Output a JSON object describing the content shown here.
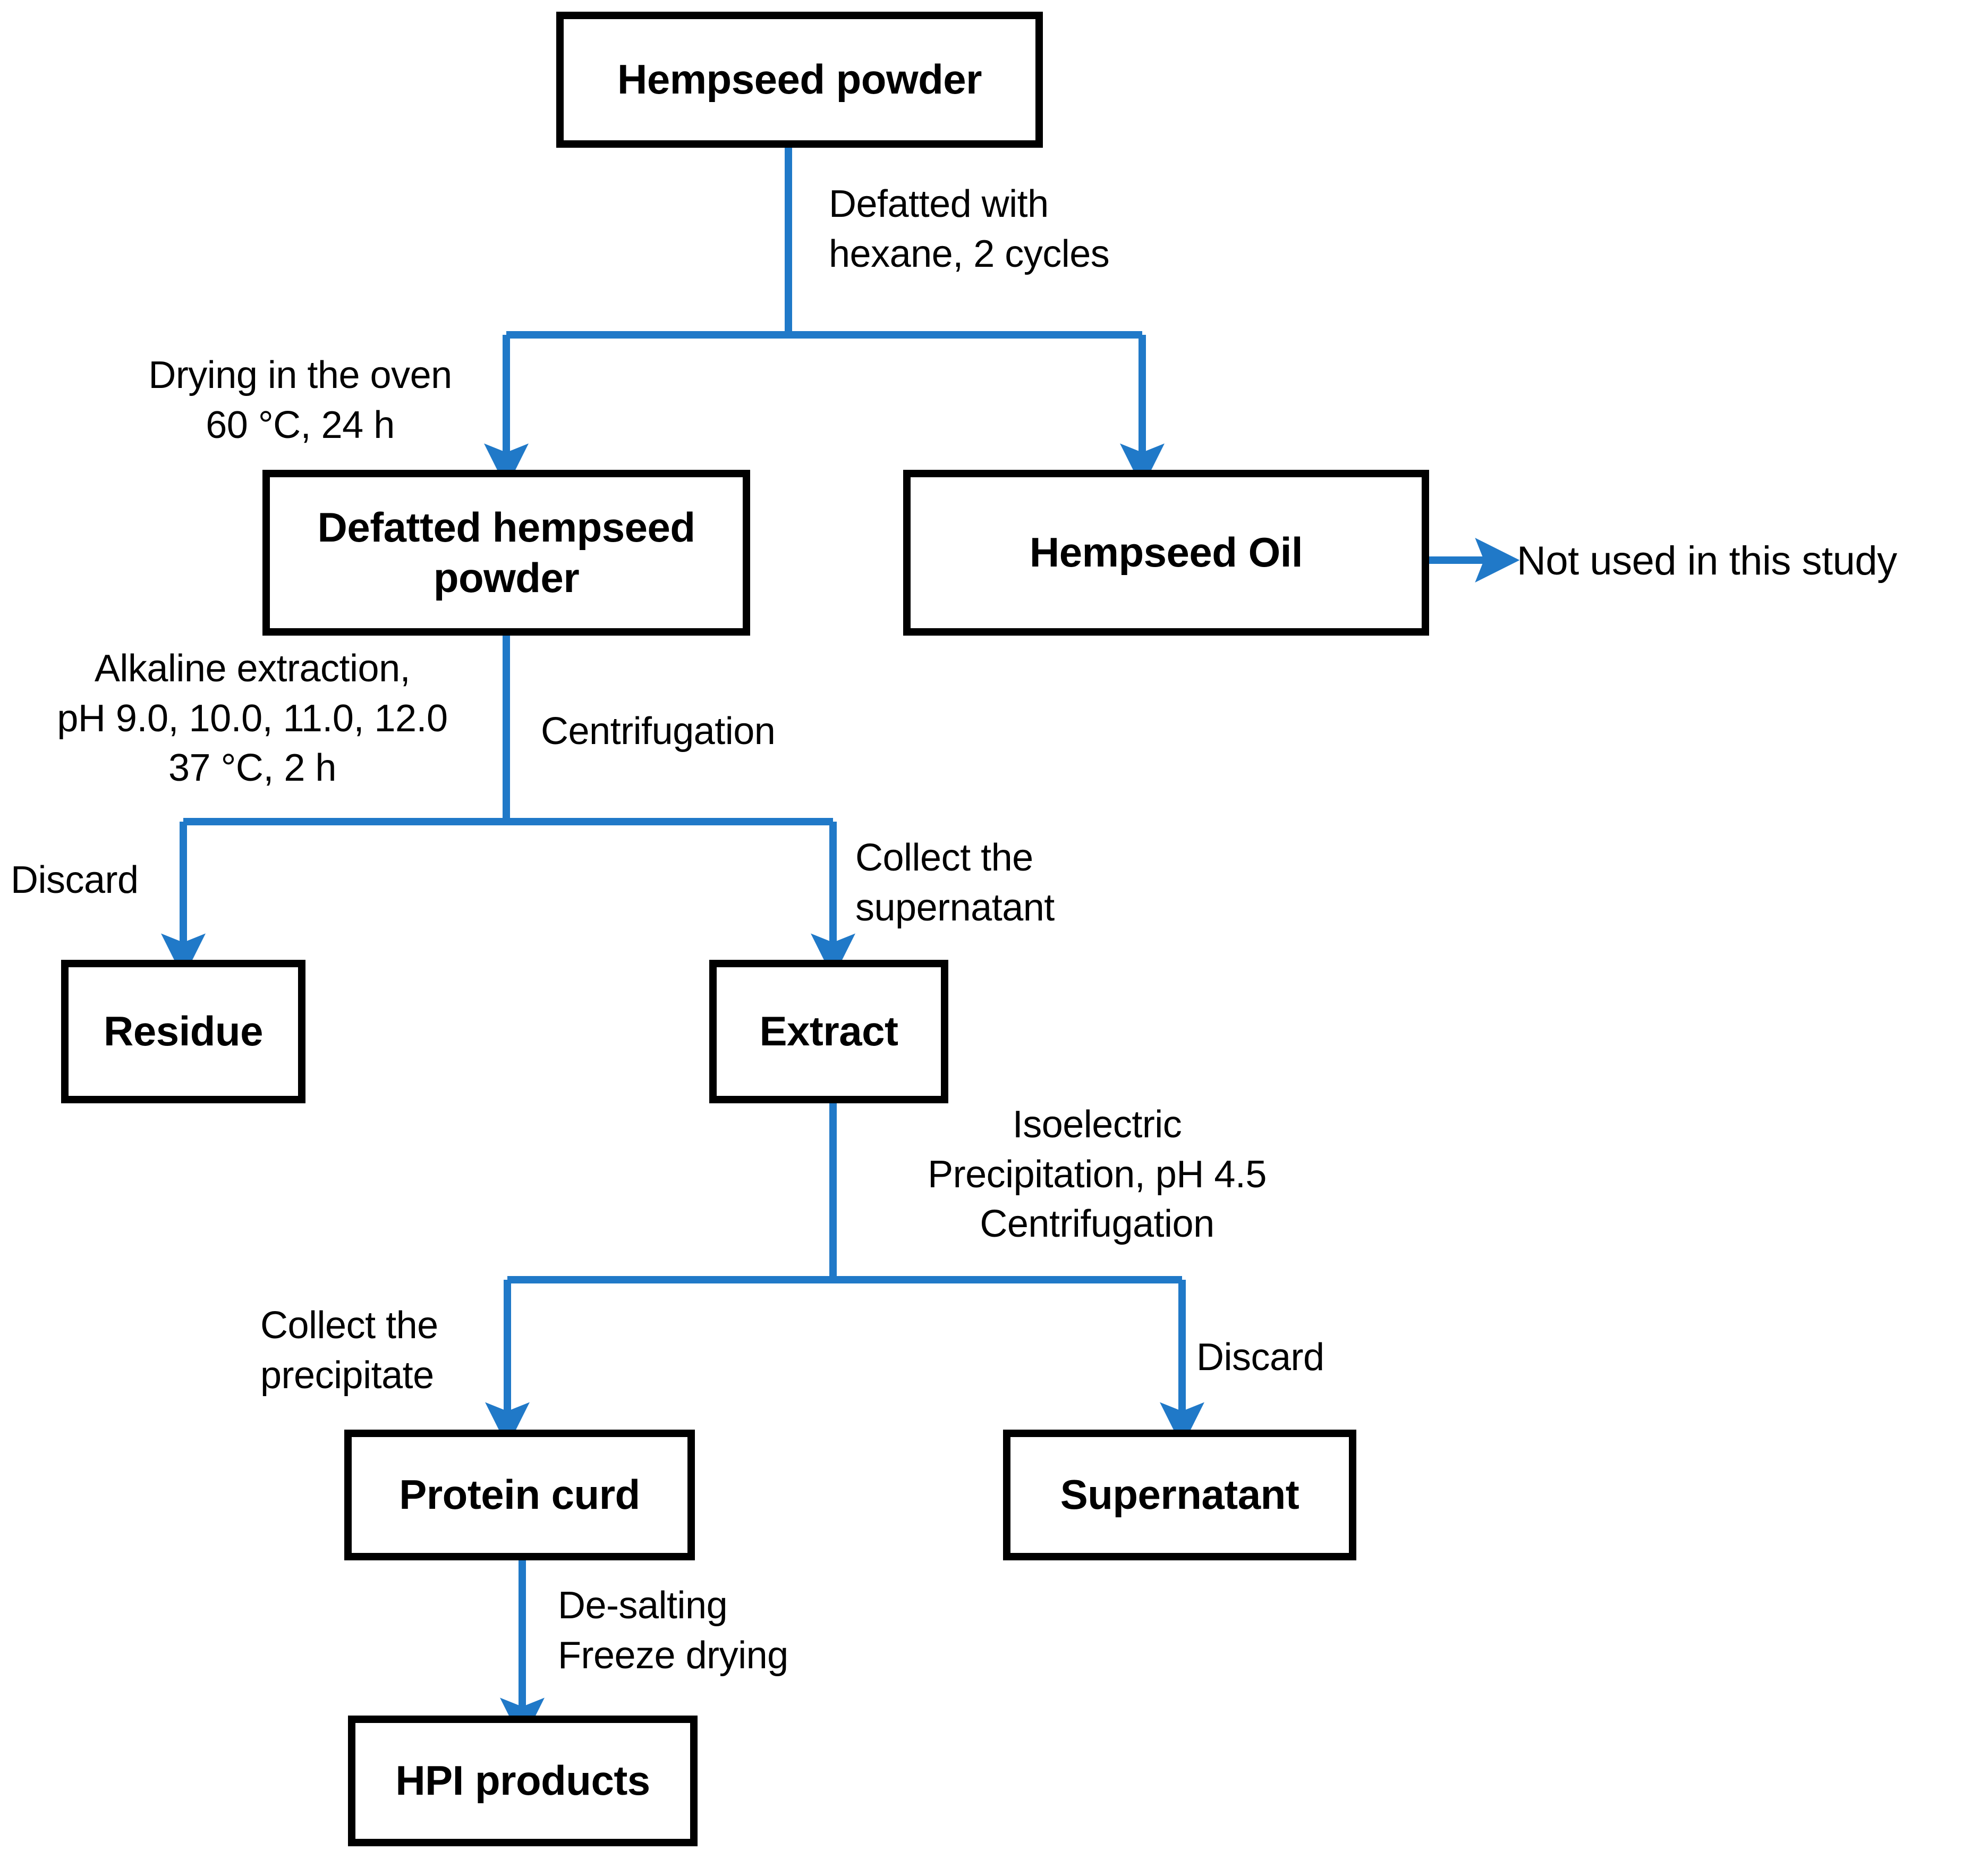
{
  "diagram": {
    "title": "Hempseed protein isolate (HPI) extraction flowchart",
    "accent_color": "#2079C8",
    "box_border_color": "#000000",
    "background_color": "#FFFFFF",
    "text_color": "#000000"
  },
  "nodes": {
    "hempseed_powder": "Hempseed powder",
    "defatted_powder": "Defatted hempseed\npowder",
    "hempseed_oil": "Hempseed Oil",
    "residue": "Residue",
    "extract": "Extract",
    "protein_curd": "Protein curd",
    "supernatant": "Supernatant",
    "hpi_products": "HPI products"
  },
  "edge_labels": {
    "defatting": "Defatted with\nhexane, 2 cycles",
    "drying": "Drying in the oven\n60 °C, 24 h",
    "alkaline_extraction": "Alkaline extraction,\npH 9.0, 10.0, 11.0, 12.0\n37 °C, 2 h",
    "centrifugation": "Centrifugation",
    "discard_residue": "Discard",
    "collect_supernatant": "Collect the\nsupernatant",
    "isoelectric": "Isoelectric\nPrecipitation, pH 4.5\nCentrifugation",
    "collect_precipitate": "Collect the\nprecipitate",
    "discard_supernatant": "Discard",
    "desalting": "De-salting\nFreeze drying"
  },
  "terminal_notes": {
    "oil_note": "Not used in this study"
  }
}
